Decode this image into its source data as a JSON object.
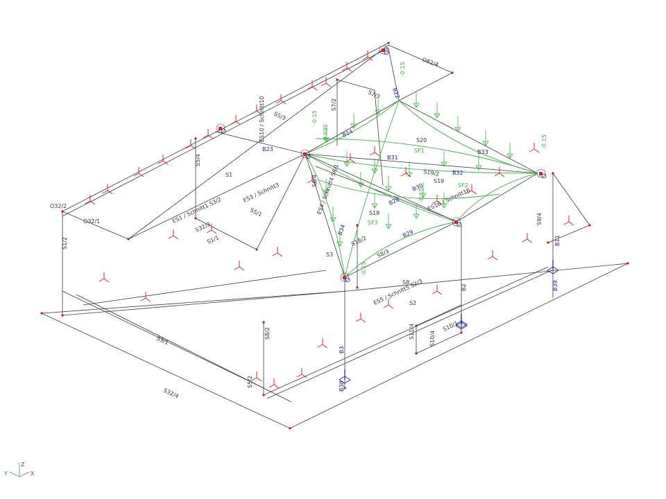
{
  "colors": {
    "structure": "#3a3a3a",
    "membrane": "#3cb043",
    "load": "#3cb043",
    "support": "#e0202a",
    "member_label": "#1a1aa0",
    "node": "#d01010"
  },
  "labels": {
    "surfaces": [
      "S1",
      "S3",
      "S8",
      "S18",
      "S19",
      "S20",
      "S2"
    ],
    "lines": [
      "S1/2",
      "S3/1",
      "S32/4",
      "S32/3",
      "S1/1",
      "S5/1",
      "S5/3",
      "S5/4",
      "S7/3",
      "S7/2",
      "S8/2",
      "S8/3",
      "S18/2",
      "S19/2",
      "S9/4",
      "S6/4",
      "S10/4",
      "S11/4",
      "S5/2",
      "S10/1",
      "O32/1",
      "O32/2",
      "O82/4"
    ],
    "members": [
      "B2",
      "B3",
      "B11",
      "B14",
      "B22",
      "B23",
      "B28",
      "B29",
      "B30",
      "B31",
      "B32",
      "B33",
      "B34",
      "B38",
      "B39"
    ],
    "sections": [
      "ES1 / Schnitt1  S3/2",
      "ES5 / Schnitt5  S2/3",
      "ES4 / Schnitt4  S6/1",
      "ES3 / Schnitt3",
      "ES10 / Schnitt10",
      "ES16 / Schnitt16"
    ],
    "loads": [
      "-0.15",
      "-0.15",
      "-0.15",
      "-0.15",
      "-0.15",
      "-0.035"
    ],
    "membrane_surfaces": [
      "SF1",
      "SF2",
      "SF3"
    ]
  },
  "axes": {
    "x": "X",
    "y": "Y",
    "z": "Z"
  }
}
